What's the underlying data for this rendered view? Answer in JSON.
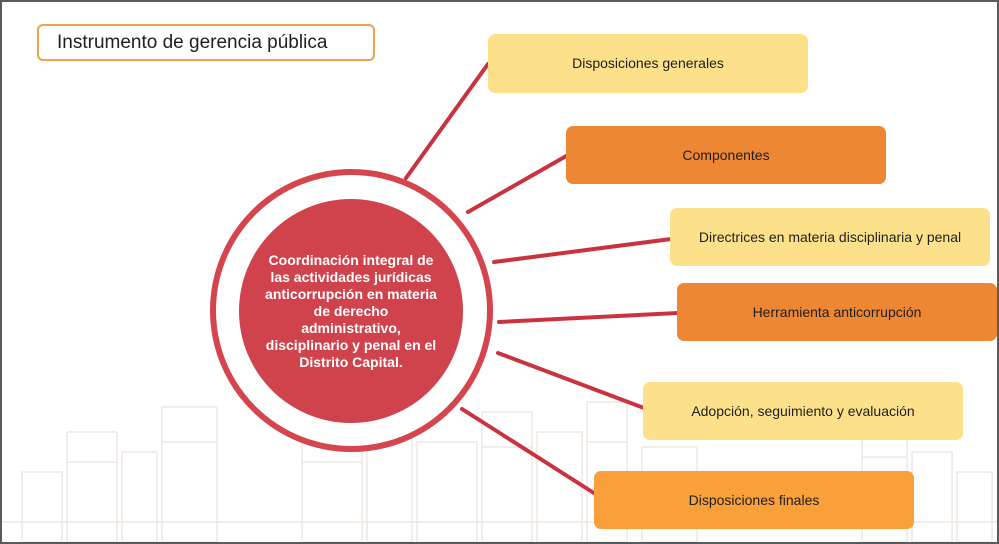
{
  "title": "Instrumento de gerencia pública",
  "center_text": "Coordinación integral de las actividades jurídicas anticorrupción en materia de derecho administrativo, disciplinario y penal en el Distrito Capital.",
  "nodes": [
    {
      "label": "Disposiciones generales"
    },
    {
      "label": "Componentes"
    },
    {
      "label": "Directrices en materia disciplinaria y penal"
    },
    {
      "label": "Herramienta anticorrupción"
    },
    {
      "label": "Adopción, seguimiento y evaluación"
    },
    {
      "label": "Disposiciones finales"
    }
  ],
  "colors": {
    "connector": "#c9333f",
    "circle": "#d0434c",
    "node_light": "#fde08a",
    "node_dark": "#ee8733",
    "node_mid": "#f9a03a",
    "title_border": "#f0a24a"
  }
}
